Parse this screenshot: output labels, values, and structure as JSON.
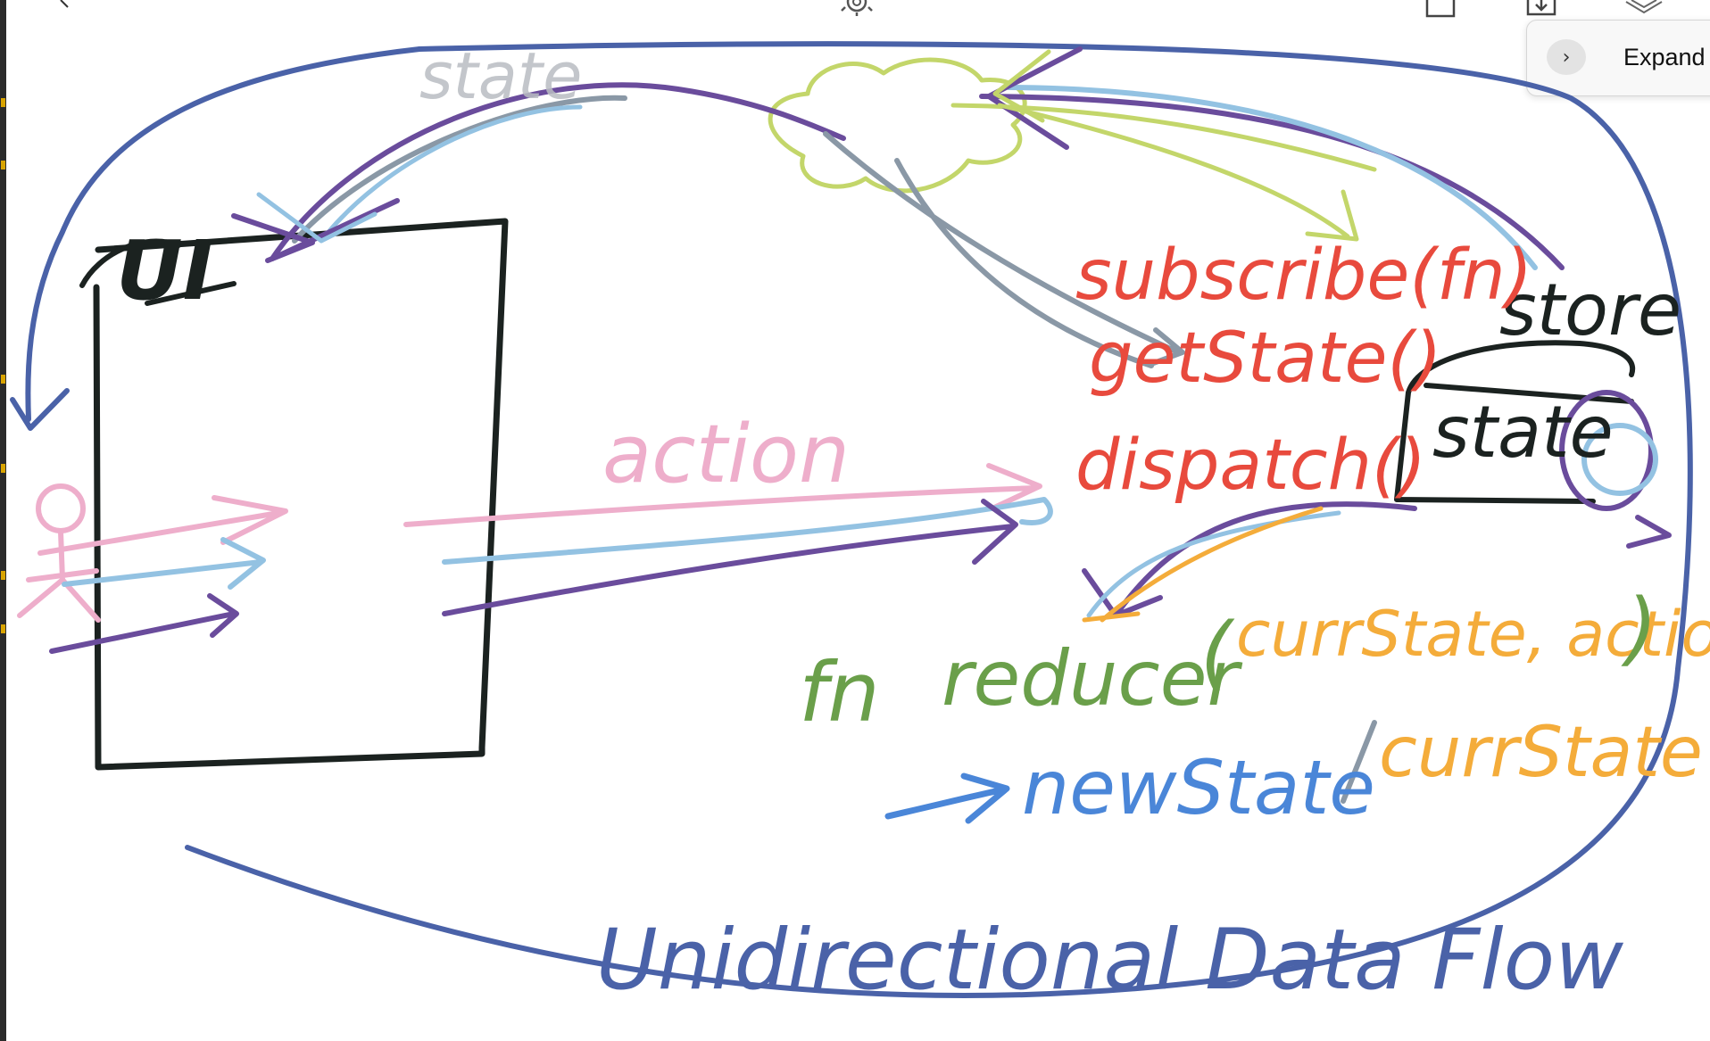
{
  "toolbar": {
    "expand_label": "Expand",
    "expand_icon": "chevron-right-icon",
    "top_icons": [
      "back-icon",
      "settings-icon",
      "share-icon",
      "download-icon",
      "layers-icon"
    ]
  },
  "diagram": {
    "ui_label": "UI",
    "state_top_label": "state",
    "action_label": "action",
    "store_label": "store",
    "store_state_label": "state",
    "api": {
      "subscribe": "subscribe(fn)",
      "get_state": "getState()",
      "dispatch": "dispatch()"
    },
    "reducer": {
      "fn": "fn",
      "name": "reducer",
      "open_paren": "(",
      "args": "currState, action",
      "close_paren": ")"
    },
    "returns": {
      "new_state": "newState",
      "separator": "/",
      "curr_state": "currState"
    },
    "caption": "Unidirectional Data Flow"
  },
  "colors": {
    "blue": "#4a62a8",
    "black": "#1b2220",
    "pink": "#eeaecb",
    "light_blue": "#93c2e2",
    "purple": "#6a4c9c",
    "red": "#e84a3d",
    "green": "#6a9f4a",
    "orange": "#f4ac3a",
    "lime": "#c3d66a",
    "grey": "#8a98a6",
    "new_state_blue": "#4a86d8"
  }
}
